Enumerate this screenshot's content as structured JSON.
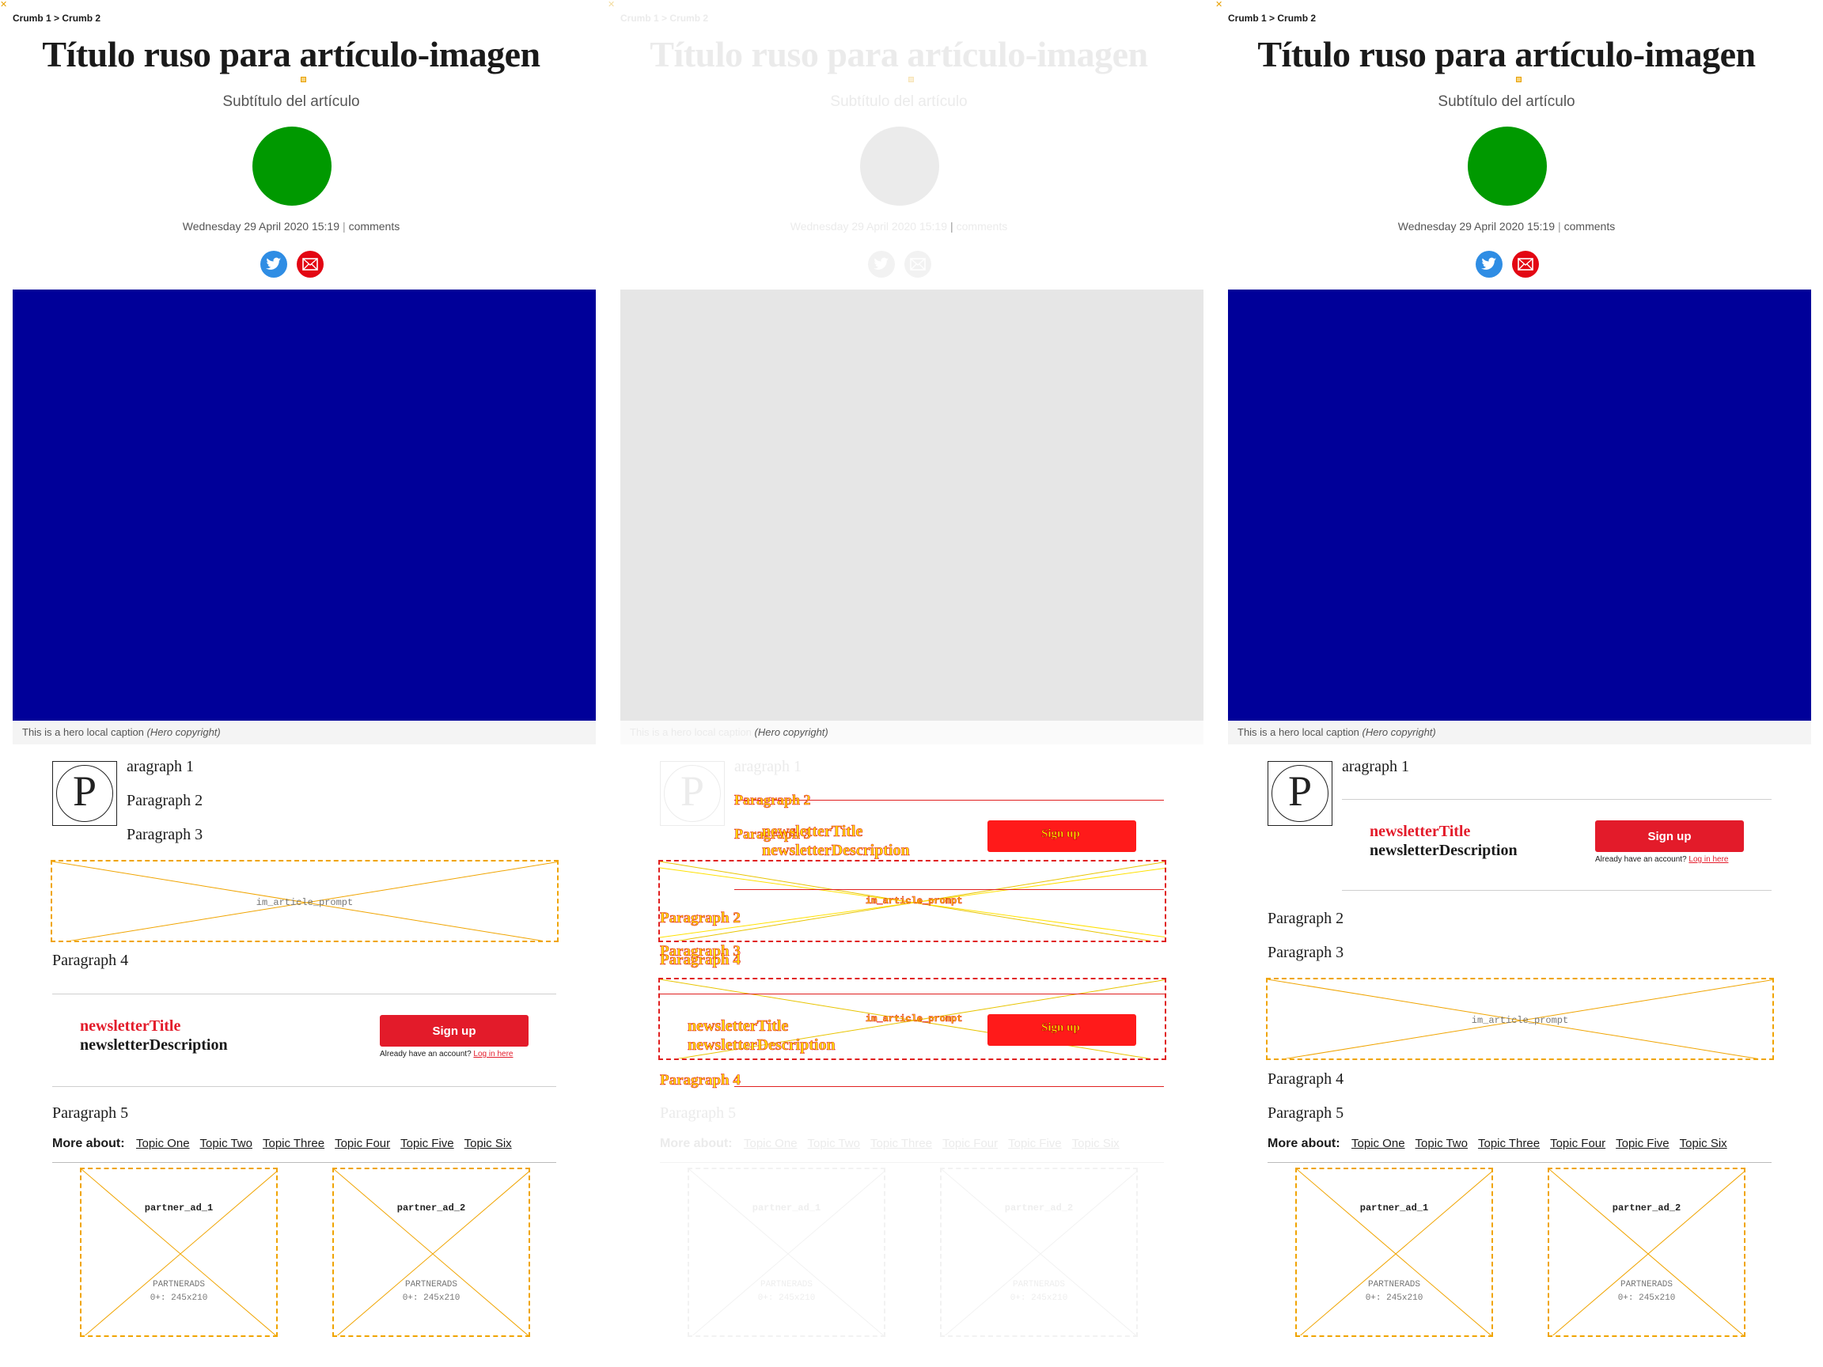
{
  "breadcrumbs": [
    "Crumb 1",
    "Crumb 2"
  ],
  "breadcrumb_separator": ">",
  "article": {
    "title": "Título ruso para artículo-imagen",
    "subtitle": "Subtítulo del artículo",
    "date": "Wednesday 29 April 2020 15:19",
    "comments": "comments",
    "caption": "This is a hero local caption",
    "caption_copyright": "(Hero copyright)",
    "dropcap": "P",
    "paragraph_1_rest": "aragraph 1",
    "paragraphs": [
      "Paragraph 2",
      "Paragraph 3",
      "Paragraph 4",
      "Paragraph 5"
    ]
  },
  "prompt_label": "im_article_prompt",
  "newsletter": {
    "title": "newsletterTitle",
    "description": "newsletterDescription",
    "button": "Sign up",
    "login_text": "Already have an account?",
    "login_link": "Log in here"
  },
  "more_about": {
    "label": "More about:",
    "topics": [
      "Topic One",
      "Topic Two",
      "Topic Three",
      "Topic Four",
      "Topic Five",
      "Topic Six"
    ]
  },
  "ads": [
    {
      "name": "partner_ad_1",
      "label": "PARTNERADS",
      "size": "0+: 245x210"
    },
    {
      "name": "partner_ad_2",
      "label": "PARTNERADS",
      "size": "0+: 245x210"
    }
  ],
  "overlay": {
    "paragraph_2": "Paragraph 2",
    "paragraph_3": "Paragraph 3",
    "paragraph_4": "Paragraph 4"
  },
  "colors": {
    "brand_red": "#e31b2a",
    "hero_blue": "#000099",
    "author_green": "#009900",
    "twitter_blue": "#2f8de4",
    "placeholder_orange": "#f0a400"
  },
  "icons": [
    "twitter-icon",
    "email-icon",
    "layout-marker-icon"
  ]
}
